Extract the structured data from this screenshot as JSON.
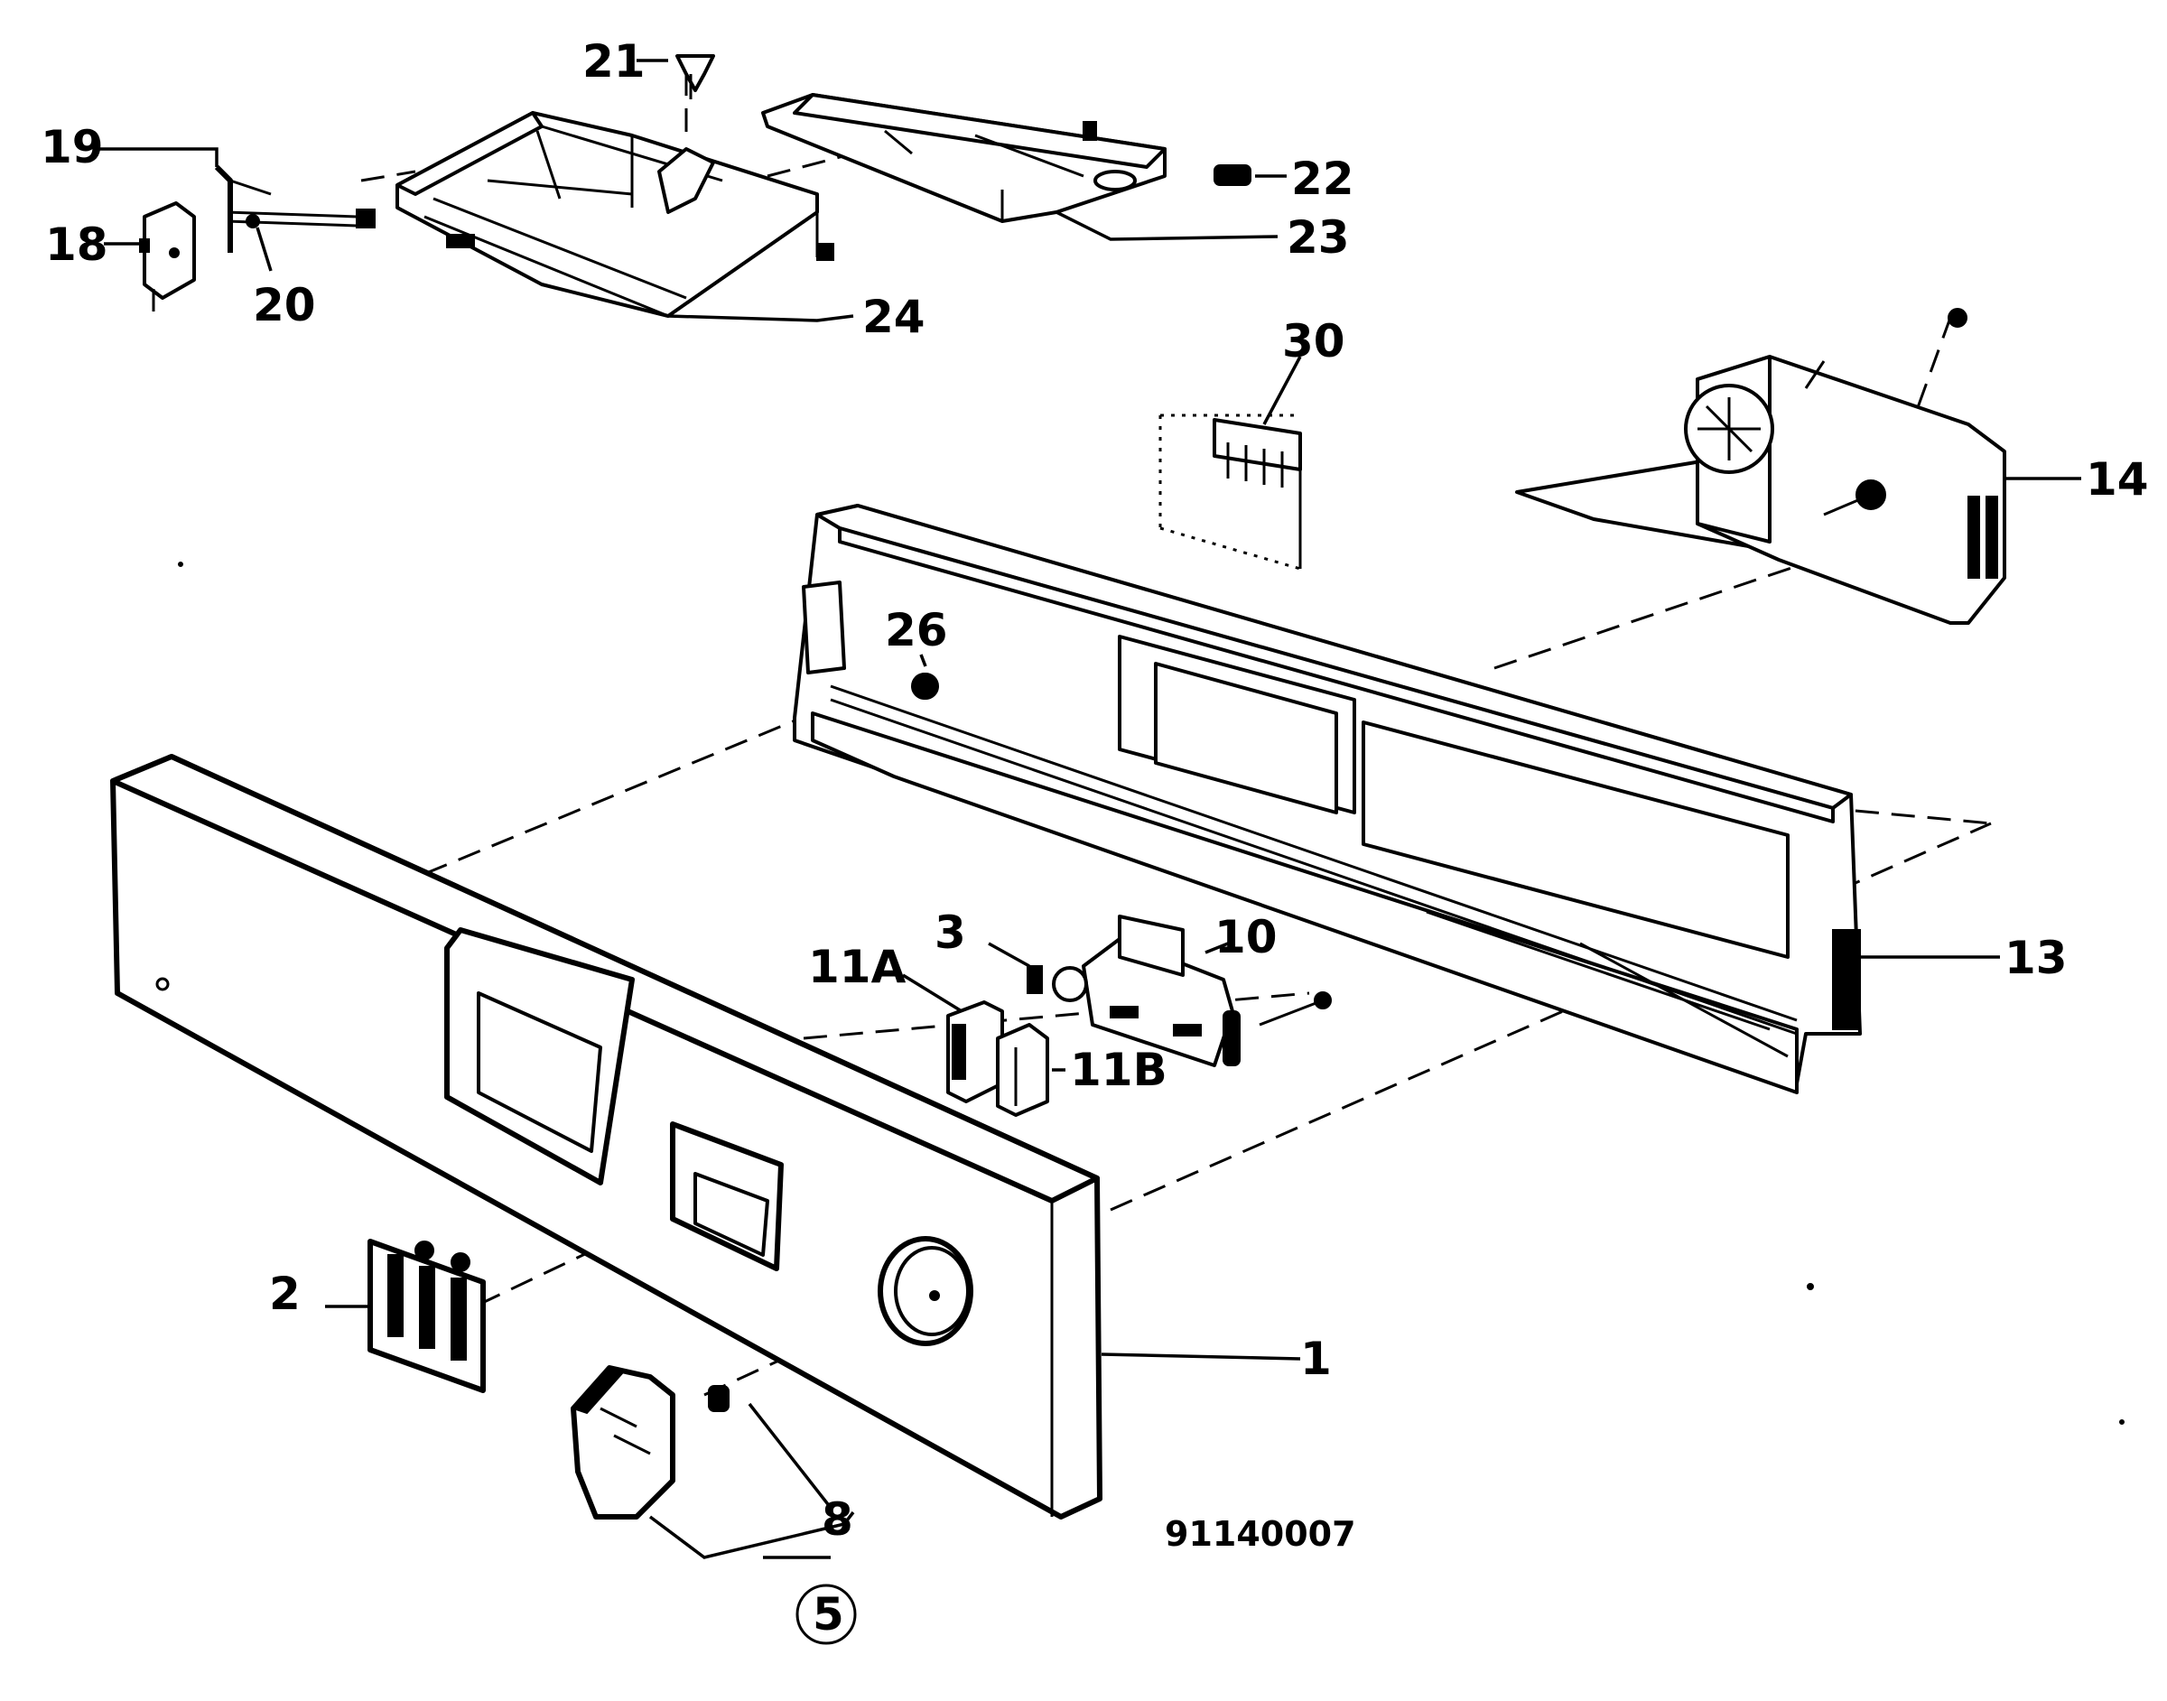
{
  "diagram": {
    "drawing_number": "91140007",
    "labels": [
      "1",
      "2",
      "3",
      "5",
      "8",
      "10",
      "11A",
      "11B",
      "13",
      "14",
      "18",
      "19",
      "20",
      "21",
      "22",
      "23",
      "24",
      "26",
      "30"
    ]
  }
}
